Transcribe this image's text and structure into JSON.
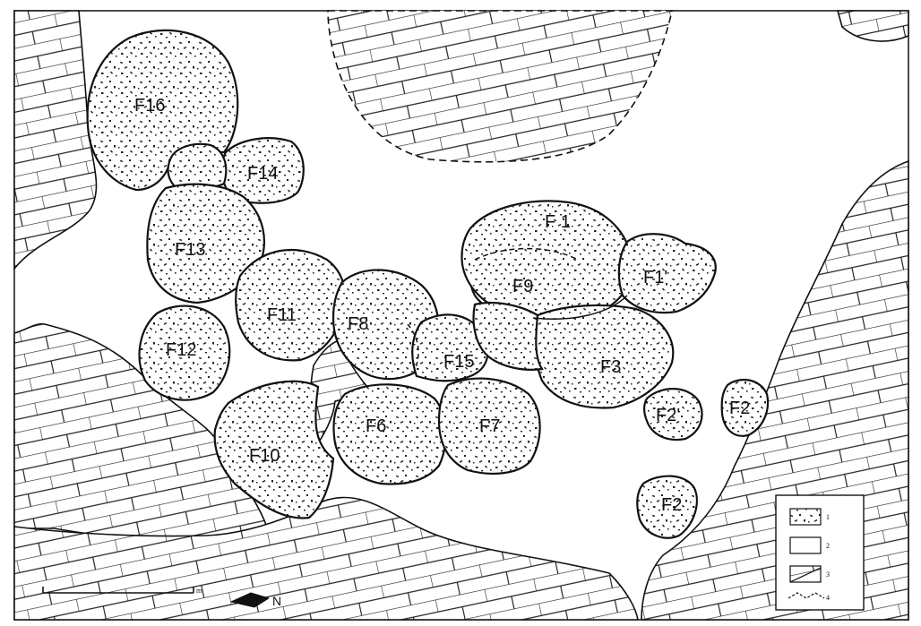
{
  "features": [
    {
      "id": "f16",
      "label": "F16"
    },
    {
      "id": "f14",
      "label": "F14"
    },
    {
      "id": "f13",
      "label": "F13"
    },
    {
      "id": "f12",
      "label": "F12"
    },
    {
      "id": "f11",
      "label": "F11"
    },
    {
      "id": "f10",
      "label": "F10"
    },
    {
      "id": "f8",
      "label": "F8"
    },
    {
      "id": "f6",
      "label": "F6"
    },
    {
      "id": "f7",
      "label": "F7"
    },
    {
      "id": "f15",
      "label": "F15"
    },
    {
      "id": "f1",
      "label": "F 1"
    },
    {
      "id": "f9",
      "label": "F9"
    },
    {
      "id": "f1p",
      "label": "F1'"
    },
    {
      "id": "f3",
      "label": "F3"
    },
    {
      "id": "f2a",
      "label": "F2'"
    },
    {
      "id": "f2b",
      "label": "F2"
    },
    {
      "id": "f2c",
      "label": "F2"
    }
  ],
  "legend": {
    "items": [
      "1",
      "2",
      "3",
      "4"
    ]
  },
  "scale": {
    "unit": "m"
  },
  "north": {
    "label": "N"
  },
  "colors": {
    "ink": "#111111",
    "paper": "#ffffff"
  }
}
